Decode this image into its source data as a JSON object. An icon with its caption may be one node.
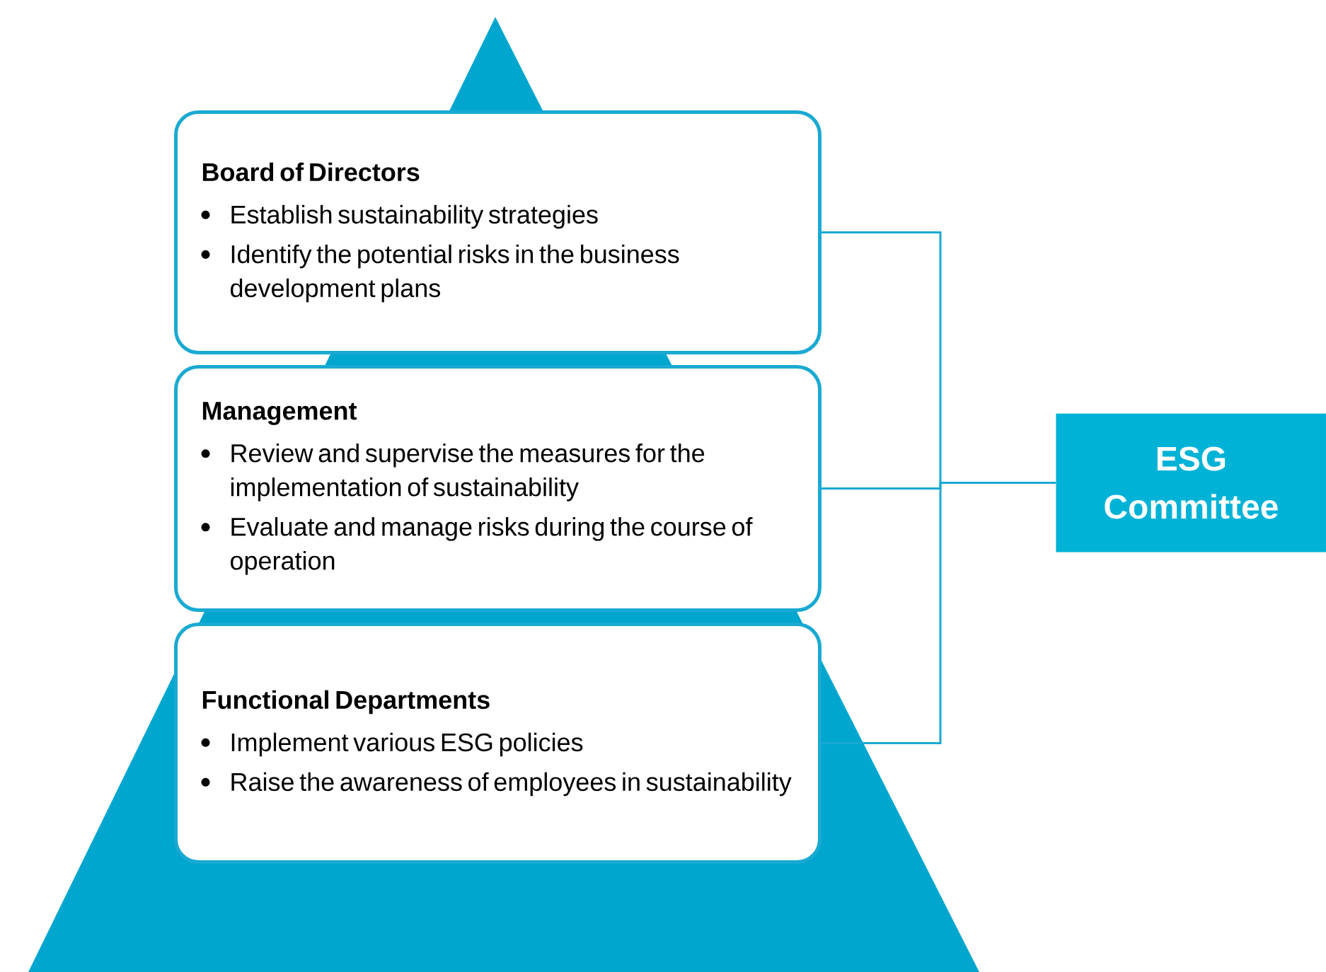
{
  "diagram": {
    "nodes": [
      {
        "text": [
          "Board of Directors",
          "Establish sustainability strategies",
          "Identify the potential risks in the business development plans"
        ]
      },
      {
        "text": [
          "Management",
          "Review and supervise the measures for the implementation of sustainability",
          "Evaluate and manage risks during the course of operation"
        ]
      },
      {
        "text": [
          "Functional Departments",
          "Implement various ESG policies",
          "Raise the awareness of employees in sustainability"
        ]
      },
      {
        "text": [
          "ESG Committee"
        ]
      }
    ],
    "edges": [
      {
        "from": 0,
        "to": 3,
        "arrow": "none"
      },
      {
        "from": 1,
        "to": 3,
        "arrow": "none"
      },
      {
        "from": 2,
        "to": 3,
        "arrow": "none"
      }
    ]
  }
}
